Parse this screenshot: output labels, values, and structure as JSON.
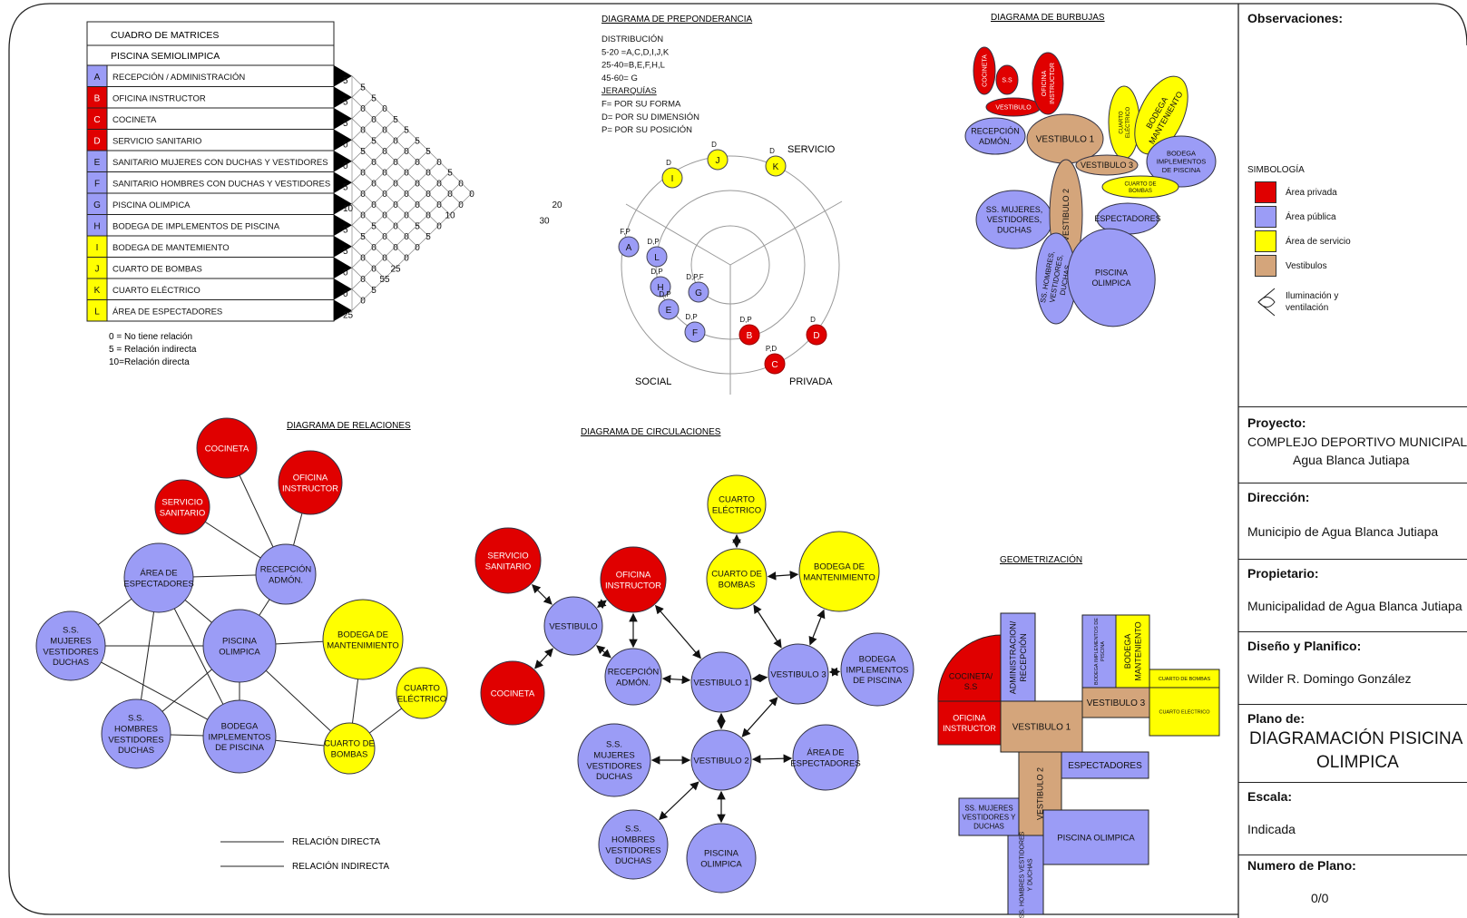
{
  "matrix": {
    "title": "CUADRO DE MATRICES",
    "subtitle": "PISCINA SEMIOLIMPICA",
    "rows": [
      {
        "letter": "A",
        "name": "RECEPCIÓN / ADMINISTRACIÓN",
        "color": "#9b9cf6"
      },
      {
        "letter": "B",
        "name": "OFICINA INSTRUCTOR",
        "color": "#e00000"
      },
      {
        "letter": "C",
        "name": "COCINETA",
        "color": "#e00000"
      },
      {
        "letter": "D",
        "name": "SERVICIO SANITARIO",
        "color": "#e00000"
      },
      {
        "letter": "E",
        "name": "SANITARIO MUJERES CON DUCHAS Y VESTIDORES",
        "color": "#9b9cf6"
      },
      {
        "letter": "F",
        "name": "SANITARIO HOMBRES CON DUCHAS Y VESTIDORES",
        "color": "#9b9cf6"
      },
      {
        "letter": "G",
        "name": "PISCINA OLIMPICA",
        "color": "#9b9cf6"
      },
      {
        "letter": "H",
        "name": "BODEGA DE IMPLEMENTOS DE PISCINA",
        "color": "#9b9cf6"
      },
      {
        "letter": "I",
        "name": "BODEGA DE MANTEMIENTO",
        "color": "#ffff00"
      },
      {
        "letter": "J",
        "name": "CUARTO DE BOMBAS",
        "color": "#ffff00"
      },
      {
        "letter": "K",
        "name": "CUARTO ELÉCTRICO",
        "color": "#ffff00"
      },
      {
        "letter": "L",
        "name": "ÁREA DE ESPECTADORES",
        "color": "#ffff00"
      }
    ],
    "totals": [
      "5",
      "5",
      "5",
      "0",
      "0",
      "5",
      "10",
      "5",
      "5",
      "0",
      "0",
      "25"
    ],
    "values": [
      [
        "5",
        "5",
        "0",
        "5",
        "5",
        "5",
        "5",
        "0",
        "5",
        "0",
        "0"
      ],
      [
        "0",
        "0",
        "0",
        "0",
        "0",
        "0",
        "0",
        "0",
        "0",
        "0"
      ],
      [
        "0",
        "5",
        "0",
        "0",
        "0",
        "0",
        "0",
        "0",
        "10"
      ],
      [
        "5",
        "0",
        "0",
        "0",
        "0",
        "0",
        "0",
        "0"
      ],
      [
        "0",
        "0",
        "0",
        "0",
        "0",
        "5",
        "5"
      ],
      [
        "0",
        "0",
        "0",
        "0",
        "0",
        "0"
      ],
      [
        "0",
        "5",
        "0",
        "0",
        "0"
      ],
      [
        "5",
        "0",
        "0",
        "25"
      ],
      [
        "0",
        "0",
        "55"
      ],
      [
        "0",
        "5"
      ],
      [
        "0"
      ]
    ],
    "legend": [
      "0 = No tiene relación",
      "5 = Relación indirecta",
      "10=Relación directa"
    ]
  },
  "preponderancia": {
    "title": "DIAGRAMA DE PREPONDERANCIA",
    "lines": [
      "DISTRIBUCIÓN",
      "5-20  =A,C,D,I,J,K",
      "25-40=B,E,F,H,L",
      "45-60= G",
      "JERARQUÍAS",
      "F= POR SU FORMA",
      "D= POR SU DIMENSIÓN",
      "P= POR SU POSICIÓN"
    ],
    "sectors": {
      "servicio": "SERVICIO",
      "social": "SOCIAL",
      "privada": "PRIVADA"
    },
    "nodes": [
      {
        "letter": "D",
        "tag": "D",
        "color": "#ffff00"
      },
      {
        "letter": "I",
        "tag": "D",
        "color": "#ffff00"
      },
      {
        "letter": "J",
        "tag": "D",
        "color": "#ffff00"
      },
      {
        "letter": "K",
        "tag": "D",
        "color": "#ffff00"
      },
      {
        "letter": "A",
        "tag": "F,P",
        "color": "#9b9cf6"
      },
      {
        "letter": "L",
        "tag": "D,P",
        "color": "#9b9cf6"
      },
      {
        "letter": "H",
        "tag": "D,P",
        "color": "#9b9cf6"
      },
      {
        "letter": "G",
        "tag": "D,P,F",
        "color": "#9b9cf6"
      },
      {
        "letter": "E",
        "tag": "D,P",
        "color": "#9b9cf6"
      },
      {
        "letter": "F",
        "tag": "D,P",
        "color": "#9b9cf6"
      },
      {
        "letter": "B",
        "tag": "D,P",
        "color": "#e00000"
      },
      {
        "letter": "D",
        "tag": "D",
        "color": "#e00000"
      },
      {
        "letter": "C",
        "tag": "P,D",
        "color": "#e00000"
      }
    ]
  },
  "burbujas": {
    "title": "DIAGRAMA DE BURBUJAS",
    "labels": [
      "COCINETA",
      "S.S",
      "VESTIBULO",
      "OFICINA INSTRUCTOR",
      "RECEPCIÓN ADMÓN.",
      "VESTIBULO 1",
      "CUARTO ELÉCTRICO",
      "BODEGA MANTENIENTO",
      "BODEGA IMPLEMENTOS DE PISCINA",
      "VESTIBULO 3",
      "CUARTO DE BOMBAS",
      "SS. MUJERES, VESTIDORES, DUCHAS",
      "VESTIBULO 2",
      "ESPECTADORES",
      "SS. HOMBRES, VESTIDORES, DUCHAS",
      "PISCINA OLIMPICA"
    ]
  },
  "relaciones": {
    "title": "DIAGRAMA DE RELACIONES",
    "nodes": [
      "COCINETA",
      "OFICINA INSTRUCTOR",
      "SERVICIO SANITARIO",
      "ÁREA DE ESPECTADORES",
      "RECEPCIÓN ADMÓN.",
      "S.S. MUJERES VESTIDORES DUCHAS",
      "PISCINA OLIMPICA",
      "BODEGA DE MANTENIMIENTO",
      "CUARTO ELÉCTRICO",
      "S.S. HOMBRES VESTIDORES DUCHAS",
      "BODEGA IMPLEMENTOS DE PISCINA",
      "CUARTO DE BOMBAS"
    ],
    "legend_direct": "RELACIÓN DIRECTA",
    "legend_indirect": "RELACIÓN INDIRECTA"
  },
  "circulaciones": {
    "title": "DIAGRAMA DE CIRCULACIONES",
    "nodes": [
      "SERVICIO SANITARIO",
      "OFICINA INSTRUCTOR",
      "CUARTO ELÉCTRICO",
      "CUARTO DE BOMBAS",
      "BODEGA DE MANTENIMIENTO",
      "VESTIBULO",
      "COCINETA",
      "RECEPCIÓN ADMÓN.",
      "VESTIBULO 1",
      "VESTIBULO 3",
      "BODEGA IMPLEMENTOS DE PISCINA",
      "S.S. MUJERES VESTIDORES DUCHAS",
      "VESTIBULO 2",
      "ÁREA DE ESPECTADORES",
      "S.S. HOMBRES VESTIDORES DUCHAS",
      "PISCINA OLIMPICA"
    ]
  },
  "geometrizacion": {
    "title": "GEOMETRIZACIÓN",
    "labels": [
      "COCINETA/ S.S",
      "ADMINISTRACION/ RECEPCIÓN",
      "BODEGA IMPLEMENTOS DE PISCINA",
      "BODEGA MANTENIENTO",
      "CUARTO DE BOMBAS",
      "OFICINA INSTRUCTOR",
      "VESTIBULO 1",
      "VESTIBULO 3",
      "CUARTO ELÉCTRICO",
      "ESPECTADORES",
      "VESTIBULO 2",
      "SS. MUJERES VESTIDORES Y DUCHAS",
      "PISCINA OLIMPICA",
      "SS. HOMBRES VESTIDORES Y DUCHAS"
    ]
  },
  "sidebar": {
    "observaciones": "Observaciones:",
    "simbologia": "SIMBOLOGÍA",
    "legend": [
      {
        "label": "Área privada",
        "color": "#e00000"
      },
      {
        "label": "Área pública",
        "color": "#9b9cf6"
      },
      {
        "label": "Área de servicio",
        "color": "#ffff00"
      },
      {
        "label": "Vestibulos",
        "color": "#d4a57b"
      }
    ],
    "legend_light": [
      "Iluminación y",
      "ventilación"
    ],
    "proyecto_label": "Proyecto:",
    "proyecto_1": "COMPLEJO DEPORTIVO MUNICIPAL",
    "proyecto_2": "Agua Blanca Jutiapa",
    "direccion_label": "Dirección:",
    "direccion": "Municipio de Agua Blanca Jutiapa",
    "propietario_label": "Propietario:",
    "propietario": "Municipalidad de Agua Blanca Jutiapa",
    "diseno_label": "Diseño y Planifico:",
    "diseno": "Wilder R. Domingo González",
    "plano_label": "Plano de:",
    "plano_1": "DIAGRAMACIÓN PISICINA",
    "plano_2": "OLIMPICA",
    "escala_label": "Escala:",
    "escala": "Indicada",
    "numero_label": "Numero de Plano:",
    "numero": "0/0"
  }
}
